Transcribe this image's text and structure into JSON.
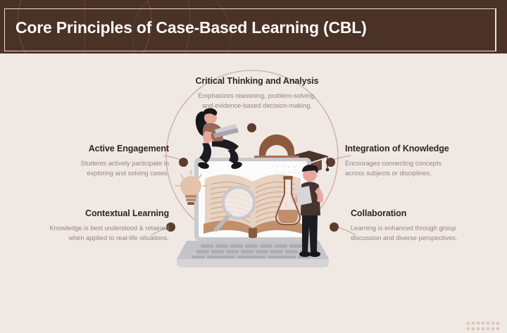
{
  "header": {
    "title": "Core Principles of Case-Based Learning (CBL)",
    "bar_color": "#4a3227",
    "frame_color": "#e9ddd6",
    "title_color": "#fdfaf8"
  },
  "theme": {
    "background": "#f0e8e3",
    "node_color": "#5b3d2e",
    "ring_color": "#cdae9c",
    "title_text": "#2e2623",
    "body_text": "#908785",
    "accent_brown": "#9a6a4e"
  },
  "principles": [
    {
      "id": "critical-thinking",
      "title": "Critical Thinking and Analysis",
      "description": "Emphasizes reasoning, problem-solving,\nand evidence-based decision-making.",
      "align": "center"
    },
    {
      "id": "active-engagement",
      "title": "Active Engagement",
      "description": "Students actively participate in\nexploring and solving cases.",
      "align": "right"
    },
    {
      "id": "integration-of-knowledge",
      "title": "Integration of Knowledge",
      "description": "Encourages connecting concepts\nacross subjects or disciplines.",
      "align": "left"
    },
    {
      "id": "contextual-learning",
      "title": "Contextual Learning",
      "description": "Knowledge is best understood & retained\nwhen applied to real-life situations.",
      "align": "right"
    },
    {
      "id": "collaboration",
      "title": "Collaboration",
      "description": "Learning is enhanced through group\ndiscussion and diverse perspectives.",
      "align": "left"
    }
  ],
  "illustration": {
    "name": "case-based-learning-illustration",
    "elements": [
      "laptop",
      "open-book",
      "magnifying-glass",
      "lightbulb",
      "seated-person-with-laptop",
      "standing-person-with-tablet",
      "conical-flask",
      "graduation-cap",
      "basket-arch"
    ]
  },
  "decor": {
    "corner_dot_grid": "dot-grid-pattern",
    "node_count": 5
  }
}
